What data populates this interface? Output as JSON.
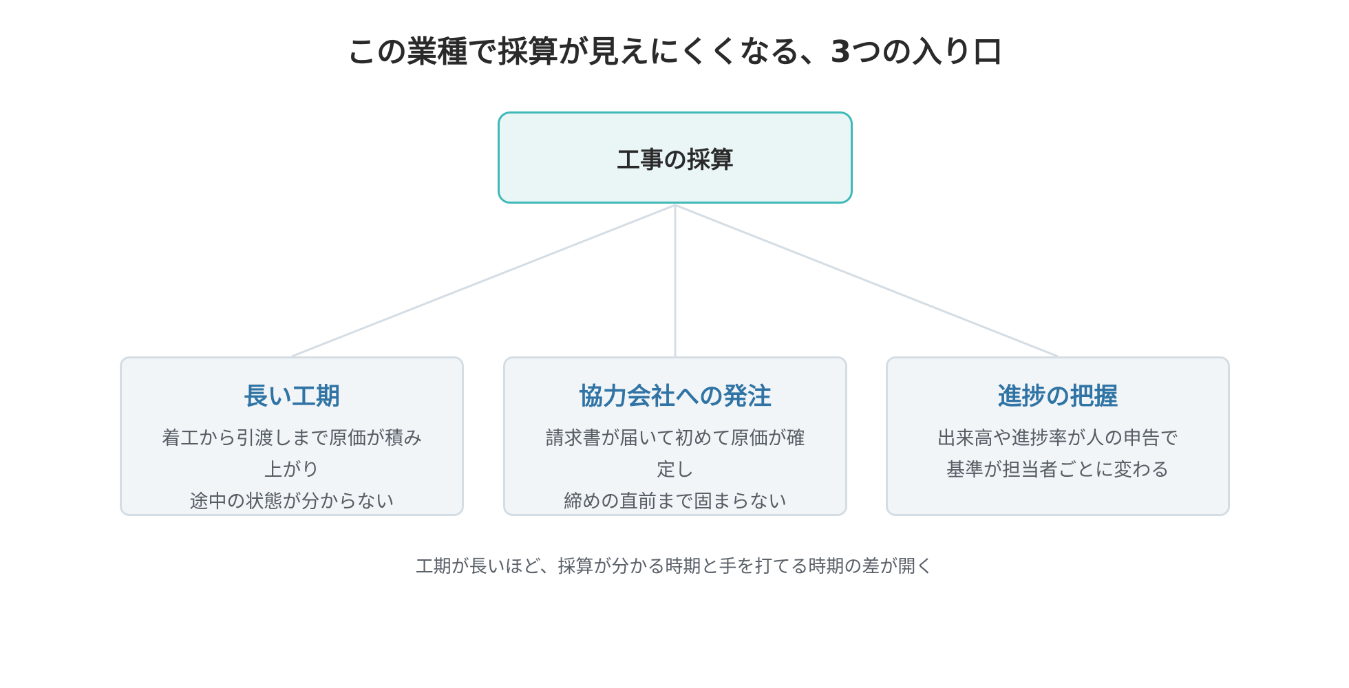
{
  "title": "この業種で採算が見えにくくなる、3つの入り口",
  "root": {
    "label": "工事の採算"
  },
  "children": [
    {
      "title": "長い工期",
      "lines": [
        "着工から引渡しまで原価が積み",
        "上がり",
        "途中の状態が分からない"
      ]
    },
    {
      "title": "協力会社への発注",
      "lines": [
        "請求書が届いて初めて原価が確",
        "定し",
        "締めの直前まで固まらない"
      ]
    },
    {
      "title": "進捗の把握",
      "lines": [
        "出来高や進捗率が人の申告で",
        "基準が担当者ごとに変わる"
      ]
    }
  ],
  "footnote": "工期が長いほど、採算が分かる時期と手を打てる時期の差が開く",
  "colors": {
    "root_border": "#3fb8b8",
    "root_fill": "#eaf5f6",
    "child_border": "#d5dde4",
    "child_fill": "#f2f5f8",
    "child_title": "#2f74a4",
    "connector": "#d5dde4"
  }
}
